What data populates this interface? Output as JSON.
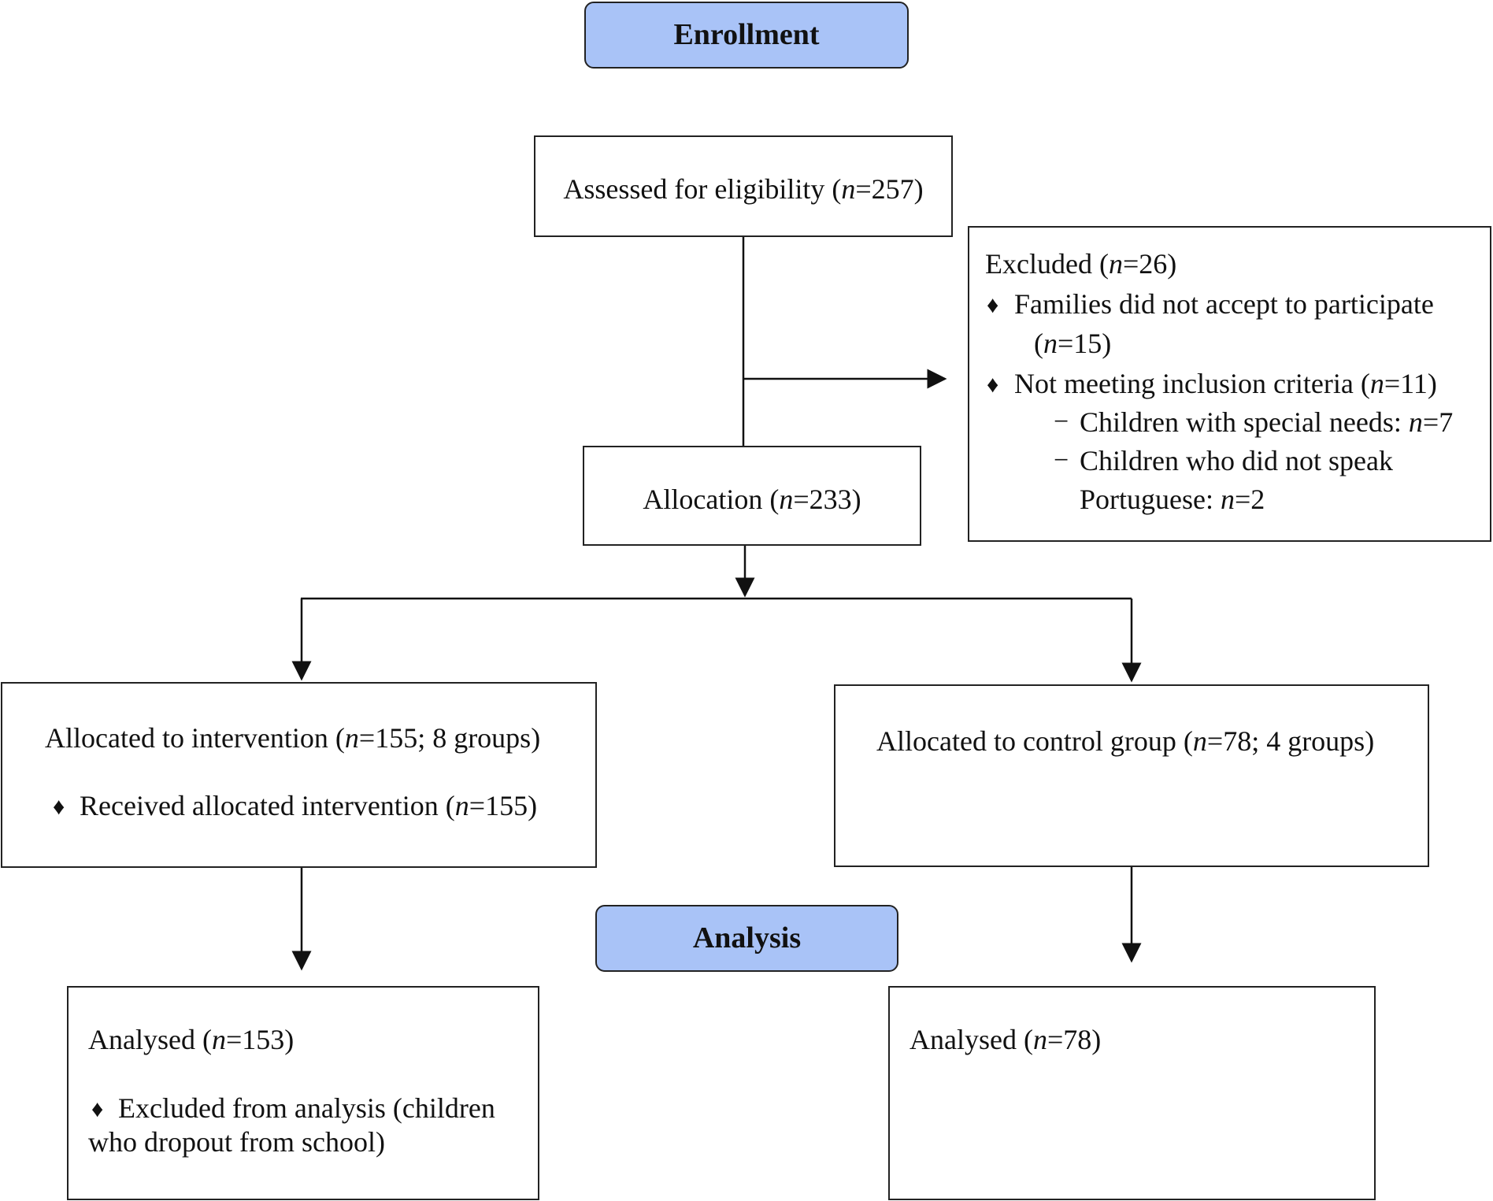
{
  "phases": {
    "enrollment": "Enrollment",
    "analysis": "Analysis"
  },
  "assessed": {
    "label": "Assessed for eligibility (",
    "n_sym": "n",
    "value": "=257)"
  },
  "excluded": {
    "title_a": "Excluded (",
    "n_sym": "n",
    "title_b": "=26)",
    "bullet_symbol": "♦",
    "dash_symbol": "−",
    "item1_line1": "Families did not accept to participate",
    "item1_line2_a": "(",
    "item1_line2_b": "=15)",
    "item2_a": "Not meeting inclusion criteria (",
    "item2_b": "=11)",
    "sub1_a": "Children with special needs: ",
    "sub1_b": "=7",
    "sub2_line1": "Children who did not speak",
    "sub2_line2_a": "Portuguese: ",
    "sub2_line2_b": "=2"
  },
  "allocation": {
    "label": "Allocation (",
    "n_sym": "n",
    "value": "=233)"
  },
  "intervention": {
    "title_a": "Allocated to intervention (",
    "n_sym": "n",
    "title_b": "=155; 8 groups)",
    "bullet_symbol": "♦",
    "item_a": "Received allocated intervention (",
    "item_b": "=155)"
  },
  "control": {
    "title_a": "Allocated to control group (",
    "n_sym": "n",
    "title_b": "=78; 4 groups)"
  },
  "analysed_intervention": {
    "title_a": "Analysed (",
    "n_sym": "n",
    "title_b": "=153)",
    "bullet_symbol": "♦",
    "item_line1": "Excluded from analysis (children",
    "item_line2": "who dropout from school)"
  },
  "analysed_control": {
    "title_a": "Analysed (",
    "n_sym": "n",
    "title_b": "=78)"
  }
}
